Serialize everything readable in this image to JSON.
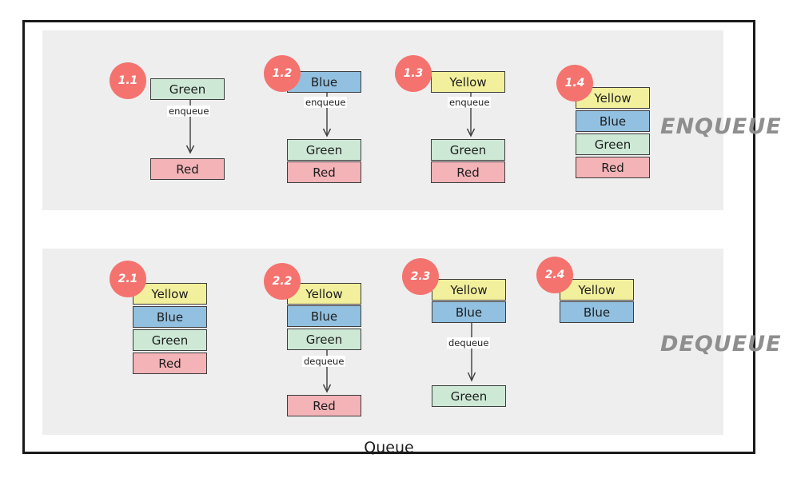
{
  "figure": {
    "caption": "Queue",
    "frame_color": "#1a1a1a",
    "panel_color": "#eeeeee",
    "badge_color": "#f4736f",
    "op_word_color": "#8e8e8e"
  },
  "palette": {
    "green": "#cde9d6",
    "blue": "#92c0e0",
    "yellow": "#f2f09c",
    "red": "#f3b3b7"
  },
  "sections": [
    {
      "id": "enqueue",
      "op_word": "ENQUEUE",
      "steps": [
        {
          "badge": "1.1",
          "incoming": {
            "label": "Green",
            "color": "green"
          },
          "operation_label": "enqueue",
          "queue": [
            {
              "label": "Red",
              "color": "red"
            }
          ]
        },
        {
          "badge": "1.2",
          "incoming": {
            "label": "Blue",
            "color": "blue"
          },
          "operation_label": "enqueue",
          "queue": [
            {
              "label": "Green",
              "color": "green"
            },
            {
              "label": "Red",
              "color": "red"
            }
          ]
        },
        {
          "badge": "1.3",
          "incoming": {
            "label": "Yellow",
            "color": "yellow"
          },
          "operation_label": "enqueue",
          "queue": [
            {
              "label": "Green",
              "color": "green"
            },
            {
              "label": "Red",
              "color": "red"
            }
          ]
        },
        {
          "badge": "1.4",
          "incoming": null,
          "operation_label": null,
          "queue": [
            {
              "label": "Yellow",
              "color": "yellow"
            },
            {
              "label": "Blue",
              "color": "blue"
            },
            {
              "label": "Green",
              "color": "green"
            },
            {
              "label": "Red",
              "color": "red"
            }
          ]
        }
      ]
    },
    {
      "id": "dequeue",
      "op_word": "DEQUEUE",
      "steps": [
        {
          "badge": "2.1",
          "operation_label": null,
          "queue": [
            {
              "label": "Yellow",
              "color": "yellow"
            },
            {
              "label": "Blue",
              "color": "blue"
            },
            {
              "label": "Green",
              "color": "green"
            },
            {
              "label": "Red",
              "color": "red"
            }
          ],
          "outgoing": null
        },
        {
          "badge": "2.2",
          "operation_label": "dequeue",
          "queue": [
            {
              "label": "Yellow",
              "color": "yellow"
            },
            {
              "label": "Blue",
              "color": "blue"
            },
            {
              "label": "Green",
              "color": "green"
            }
          ],
          "outgoing": {
            "label": "Red",
            "color": "red"
          }
        },
        {
          "badge": "2.3",
          "operation_label": "dequeue",
          "queue": [
            {
              "label": "Yellow",
              "color": "yellow"
            },
            {
              "label": "Blue",
              "color": "blue"
            }
          ],
          "outgoing": {
            "label": "Green",
            "color": "green"
          }
        },
        {
          "badge": "2.4",
          "operation_label": null,
          "queue": [
            {
              "label": "Yellow",
              "color": "yellow"
            },
            {
              "label": "Blue",
              "color": "blue"
            }
          ],
          "outgoing": null
        }
      ]
    }
  ]
}
